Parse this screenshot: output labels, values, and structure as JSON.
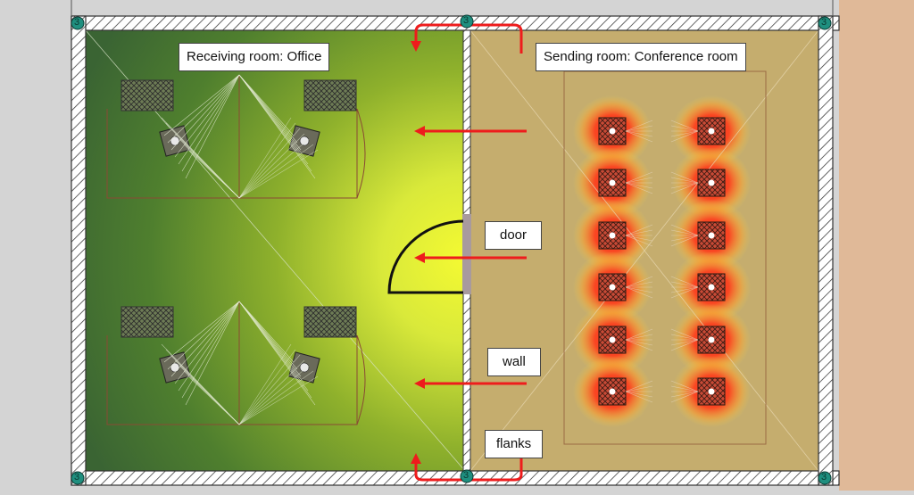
{
  "labels": {
    "receiving_room": "Receiving room: Office",
    "sending_room": "Sending room: Conference room",
    "door": "door",
    "wall": "wall",
    "flanks": "flanks"
  },
  "corner_markers": [
    "3",
    "3",
    "3",
    "3",
    "3",
    "3"
  ],
  "colors": {
    "receiving_room_gradient": [
      "#e9f52f",
      "#8dad2b",
      "#3d6b34"
    ],
    "sending_room_floor": "#c5ad6e",
    "hotspot": "#ff2a1a",
    "arrow": "#ee1c1c",
    "marker": "#1f8f7f",
    "right_margin": "#e0b998"
  },
  "chairs": {
    "count": 12,
    "columns": 2,
    "rows": 6
  }
}
